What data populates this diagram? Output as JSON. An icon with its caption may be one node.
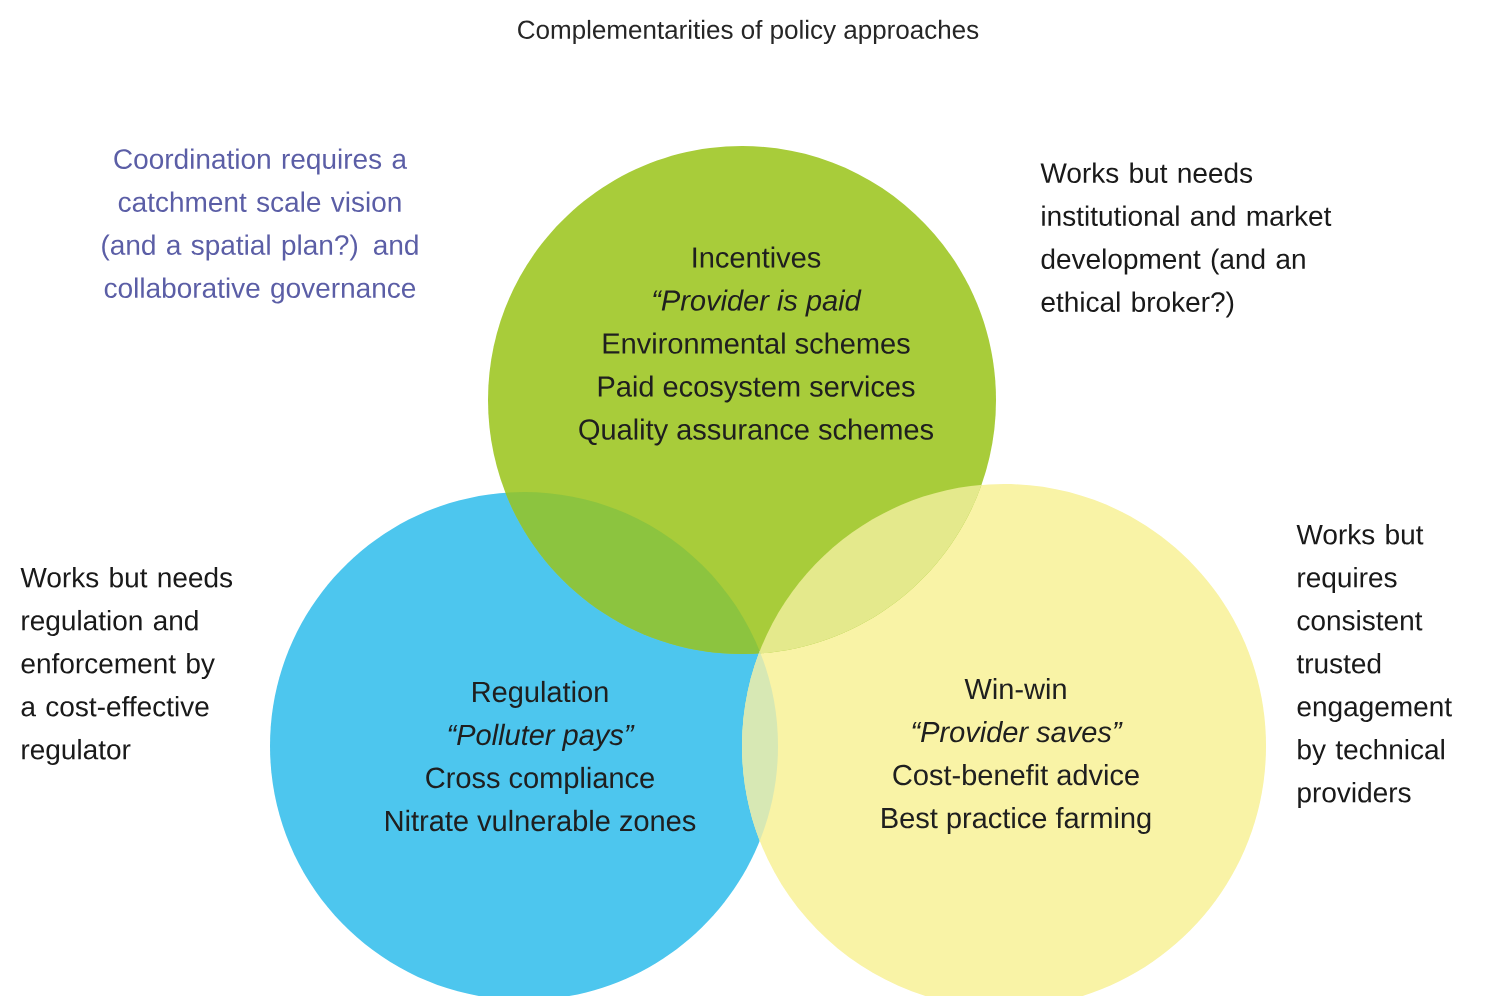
{
  "diagram": {
    "title": "Complementarities of policy approaches",
    "nodes": [
      {
        "text": [
          "Incentives",
          "“Provider is paid",
          "Environmental schemes",
          "Paid ecosystem services",
          "Quality assurance schemes"
        ]
      },
      {
        "text": [
          "Regulation",
          "“Polluter pays”",
          "Cross compliance",
          "Nitrate vulnerable zones"
        ]
      },
      {
        "text": [
          "Win-win",
          "“Provider saves”",
          "Cost-benefit advice",
          "Best practice farming"
        ]
      }
    ],
    "edges": [],
    "labels": [
      "Coordination requires a catchment scale vision (and a spatial plan?) and collaborative governance",
      "Works but needs institutional and market development (and an ethical broker?)",
      "Works but needs regulation and enforcement by a cost-effective regulator",
      "Works but requires consistent trusted engagement by technical providers"
    ]
  }
}
